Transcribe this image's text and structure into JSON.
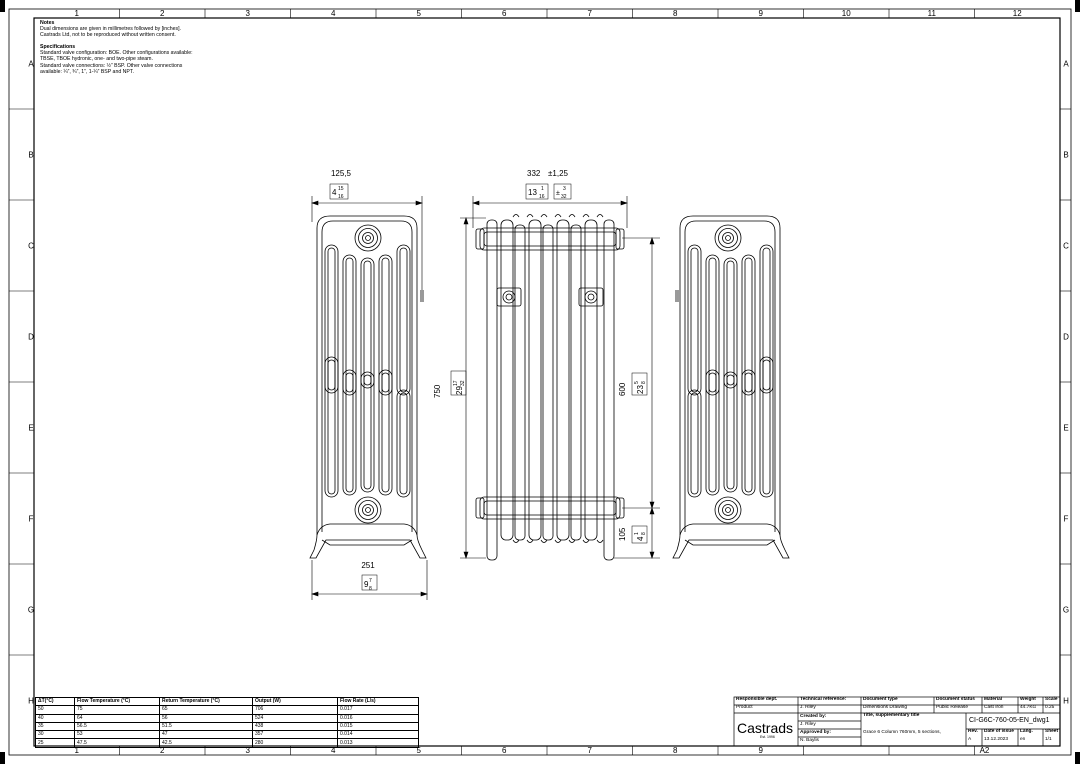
{
  "sheet": {
    "column_labels_top": [
      "1",
      "2",
      "3",
      "4",
      "5",
      "6",
      "7",
      "8",
      "9",
      "10",
      "11",
      "12"
    ],
    "column_labels_bottom": [
      "1",
      "2",
      "3",
      "4",
      "5",
      "6",
      "7",
      "8",
      "9",
      "A2"
    ],
    "row_labels": [
      "A",
      "B",
      "C",
      "D",
      "E",
      "F",
      "G",
      "H"
    ],
    "colors": {
      "line": "#000000",
      "background": "#ffffff"
    }
  },
  "notes": {
    "heading": "Notes",
    "lines": [
      "Dual dimensions are given in millimetres followed by [inches].",
      "Castrads Ltd, not to be reproduced without written consent."
    ],
    "spec_heading": "Specifications",
    "spec_lines": [
      "Standard valve configuration: BOE. Other configurations available:",
      "TBSE, TBOE hydronic, one- and two-pipe steam.",
      "Standard valve connections: ½” BSP. Other valve connections",
      "available: ¼”, ¾”, 1”, 1-¼” BSP and NPT."
    ]
  },
  "dimensions": {
    "depth_mm": "125,5",
    "depth_in_whole": "4",
    "depth_in_num": "15",
    "depth_in_den": "16",
    "width_mm": "332",
    "width_tol": "±1,25",
    "width_in_whole": "13",
    "width_in_num": "1",
    "width_in_den": "16",
    "width_tol_in_num": "3",
    "width_tol_in_den": "32",
    "height_mm": "750",
    "height_in": "29",
    "height_in_num": "17",
    "height_in_den": "32",
    "centres_mm": "600",
    "centres_in": "23",
    "centres_in_num": "5",
    "centres_in_den": "8",
    "floor_mm": "105",
    "floor_in": "4",
    "floor_in_num": "1",
    "floor_in_den": "8",
    "foot_mm": "251",
    "foot_in": "9",
    "foot_in_num": "7",
    "foot_in_den": "8"
  },
  "performance_table": {
    "headers": [
      "ΔT(°C)",
      "Flow Temperature (°C)",
      "Return Temperature (°C)",
      "Output (W)",
      "Flow Rate (L/s)"
    ],
    "rows": [
      [
        "50",
        "75",
        "65",
        "706",
        "0.017"
      ],
      [
        "40",
        "64",
        "56",
        "524",
        "0.016"
      ],
      [
        "35",
        "56.5",
        "51.5",
        "438",
        "0.015"
      ],
      [
        "30",
        "53",
        "47",
        "357",
        "0.014"
      ],
      [
        "25",
        "47.5",
        "42.5",
        "280",
        "0.013"
      ]
    ]
  },
  "title_block": {
    "responsible_dept_label": "Responsible dept.",
    "responsible_dept": "Product",
    "technical_ref_label": "Technical reference:",
    "technical_ref": "J. Riley",
    "created_by_label": "Created by:",
    "created_by": "J. Riley",
    "approved_by_label": "Approved by:",
    "approved_by": "N. Baylis",
    "document_type_label": "Document type",
    "document_type": "Dimensions Drawing",
    "document_status_label": "Document status",
    "document_status": "Public Release",
    "material_label": "Material",
    "material": "Cast Iron",
    "weight_label": "Weight",
    "weight": "44.7KG",
    "scale_label": "Scale",
    "scale": "0.25",
    "title_label": "Title, supplementary title",
    "title": "Grace 6 Column 760mm, 5 sections,",
    "drawing_number": "CI-G6C-760-05-EN_dwg1",
    "rev_label": "Rev.",
    "rev": "A",
    "date_label": "Date of issue",
    "date": "13.12.2023",
    "lang_label": "Lang.",
    "lang": "en",
    "sheet_label": "Sheet",
    "sheet": "1/1",
    "logo": "Castrads",
    "logo_sub": "Est. 1996"
  }
}
